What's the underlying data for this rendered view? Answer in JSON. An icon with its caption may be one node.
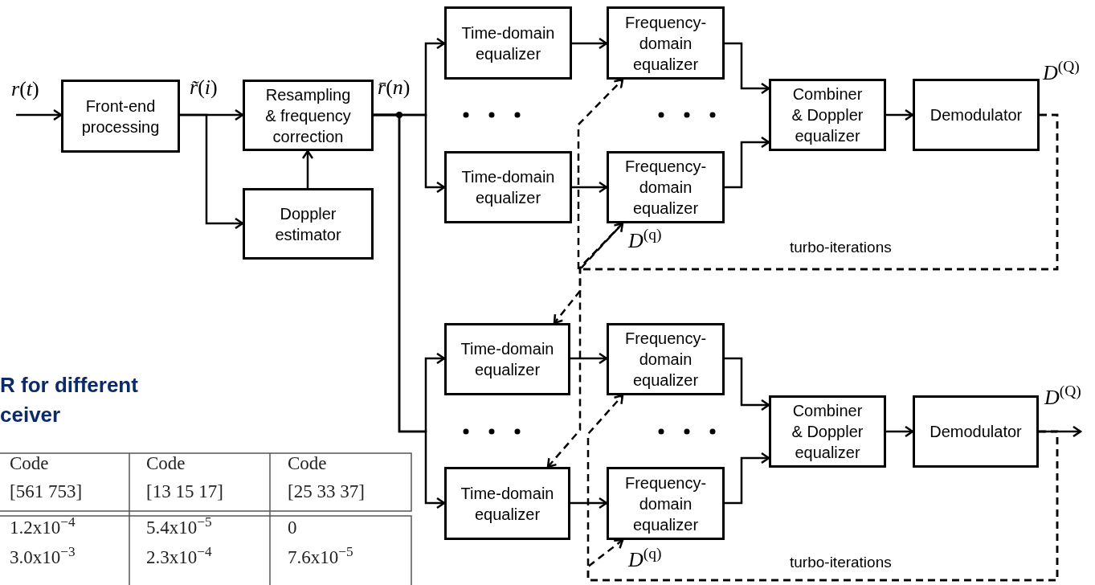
{
  "diagram": {
    "nodes": [
      {
        "text": [
          "Front-end processing"
        ]
      },
      {
        "text": [
          "Resampling & frequency correction"
        ]
      },
      {
        "text": [
          "Doppler estimator"
        ]
      },
      {
        "text": [
          "Time-domain equalizer"
        ]
      },
      {
        "text": [
          "Frequency- domain equalizer"
        ]
      },
      {
        "text": [
          "Time-domain equalizer"
        ]
      },
      {
        "text": [
          "Frequency- domain equalizer"
        ]
      },
      {
        "text": [
          "Combiner & Doppler equalizer"
        ]
      },
      {
        "text": [
          "Demodulator"
        ]
      },
      {
        "text": [
          "Time-domain equalizer"
        ]
      },
      {
        "text": [
          "Frequency- domain equalizer"
        ]
      },
      {
        "text": [
          "Time-domain equalizer"
        ]
      },
      {
        "text": [
          "Frequency- domain equalizer"
        ]
      },
      {
        "text": [
          "Combiner & Doppler equalizer"
        ]
      },
      {
        "text": [
          "Demodulator"
        ]
      }
    ],
    "edges": [
      {
        "from": null,
        "to": 0,
        "arrow": "to"
      },
      {
        "from": 0,
        "to": 1,
        "arrow": "to"
      },
      {
        "from": 0,
        "to": 2,
        "arrow": "to"
      },
      {
        "from": 2,
        "to": 1,
        "arrow": "to"
      },
      {
        "from": 1,
        "to": 3,
        "arrow": "to"
      },
      {
        "from": 1,
        "to": 5,
        "arrow": "to"
      },
      {
        "from": 1,
        "to": 9,
        "arrow": "to"
      },
      {
        "from": 1,
        "to": 11,
        "arrow": "to"
      },
      {
        "from": 3,
        "to": 4,
        "arrow": "to"
      },
      {
        "from": 5,
        "to": 6,
        "arrow": "to"
      },
      {
        "from": 9,
        "to": 10,
        "arrow": "to"
      },
      {
        "from": 11,
        "to": 12,
        "arrow": "to"
      },
      {
        "from": 4,
        "to": 7,
        "arrow": "to"
      },
      {
        "from": 6,
        "to": 7,
        "arrow": "to"
      },
      {
        "from": 10,
        "to": 13,
        "arrow": "to"
      },
      {
        "from": 12,
        "to": 13,
        "arrow": "to"
      },
      {
        "from": 7,
        "to": 8,
        "arrow": "to"
      },
      {
        "from": 13,
        "to": 14,
        "arrow": "to"
      },
      {
        "from": 14,
        "to": null,
        "arrow": "to"
      },
      {
        "from": 8,
        "to": 4,
        "arrow": "to",
        "style": "dashed"
      },
      {
        "from": 8,
        "to": 6,
        "arrow": "to",
        "style": "dashed"
      },
      {
        "from": 6,
        "to": 9,
        "arrow": "to",
        "style": "dashed"
      },
      {
        "from": 6,
        "to": 11,
        "arrow": "to",
        "style": "dashed"
      },
      {
        "from": 14,
        "to": 10,
        "arrow": "to",
        "style": "dashed"
      },
      {
        "from": 14,
        "to": 12,
        "arrow": "to",
        "style": "dashed"
      }
    ],
    "labels": [
      "*r*(*t*)",
      "*r̃*(*i*)",
      "*r̄*(*n*)",
      "*D*$^{(Q)}$",
      "*D*$^{(q)}$",
      "turbo-iterations",
      "R for different",
      "ceiver",
      "*D*$^{(Q)}$",
      "*D*$^{(q)}$",
      "turbo-iterations",
      "Code",
      "[561 753]",
      "Code",
      "[13 15 17]",
      "Code",
      "[25 33 37]",
      "1.2x10$^{−4}$",
      "5.4x10$^{−5}$",
      "0",
      "3.0x10$^{−3}$",
      "2.3x10$^{−4}$",
      "7.6x10$^{−5}$"
    ]
  }
}
